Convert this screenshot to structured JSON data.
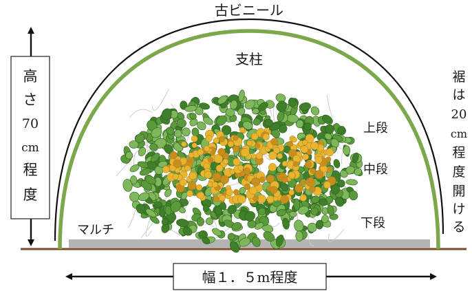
{
  "labels": {
    "old_vinyl": "古ビニール",
    "support_post": "支柱",
    "upper_tier": "上段",
    "middle_tier": "中段",
    "lower_tier": "下段",
    "mulch": "マルチ",
    "width": "幅１．５m程度",
    "height_chars": [
      "高",
      "さ",
      "70",
      "cm",
      "程",
      "度"
    ],
    "hem_chars": [
      "裾",
      "は",
      "20",
      "cm",
      "程",
      "度",
      "開",
      "け",
      "る"
    ]
  },
  "colors": {
    "vinyl": "#111111",
    "support": "#7aa84a",
    "ground": "#7a4a2a",
    "mulch": "#b4b4b4",
    "leaf_dark": "#3f7f2a",
    "leaf_mid": "#5b9a3a",
    "leaf_light": "#7fb85a",
    "flower": "#e8b530",
    "flower_dark": "#c98f1e",
    "trellis": "#cccccc"
  }
}
